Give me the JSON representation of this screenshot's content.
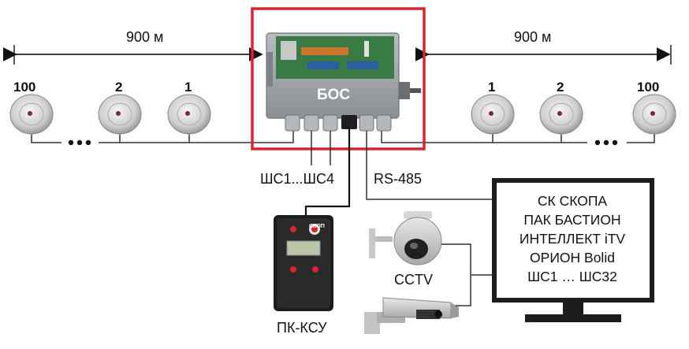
{
  "distance_left": "900 м",
  "distance_right": "900 м",
  "controller_label": "БОС",
  "sensors_left": [
    "100",
    "2",
    "1"
  ],
  "sensors_right": [
    "1",
    "2",
    "100"
  ],
  "ellipsis": "•••",
  "zones_label": "ШС1...ШС4",
  "interface_label": "RS-485",
  "handheld_label": "ПК-КСУ",
  "handheld_logo": "СКОП",
  "cctv_label": "CCTV",
  "monitor_lines": [
    "СК СКОПА",
    "ПАК БАСТИОН",
    "ИНТЕЛЛЕКТ iTV",
    "ОРИОН Bolid",
    "ШС1 … ШС32"
  ],
  "colors": {
    "highlight": "#d9232e",
    "line": "#222222",
    "housing": "#9ea3a8",
    "board": "#2f6b3a"
  }
}
